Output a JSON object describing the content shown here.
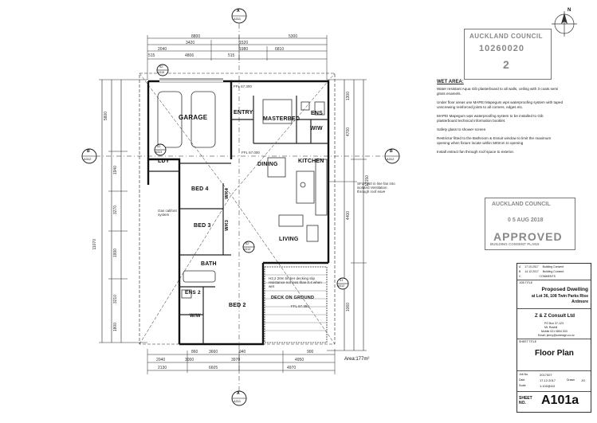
{
  "rooms": {
    "garage": "GARAGE",
    "entry": "ENTRY",
    "masterbed": "MASTERBED",
    "ens": "ENS",
    "wiw": "WIW",
    "dining": "DINING",
    "kitchen": "KITCHEN",
    "ldy": "LDY",
    "bed4": "BED 4",
    "wr4": "WR4",
    "bed3": "BED 3",
    "wr3": "WR3",
    "living": "LIVING",
    "bath": "BATH",
    "ens2": "ENS 2",
    "ww": "W/W",
    "bed2": "BED 2",
    "deck": "DECK ON GROUND"
  },
  "dimensions": {
    "top_overall": "8800",
    "top_left": "3420",
    "top_right": "5300",
    "top_sub": [
      "2040",
      "4806",
      "1980",
      "6810"
    ],
    "top_small": [
      "515",
      "515",
      "1520"
    ],
    "bottom_sub": [
      "860",
      "3660",
      "940",
      "900"
    ],
    "bottom_overall": [
      "2130",
      "6605",
      "4970"
    ],
    "bottom_row2": [
      "2040",
      "3000",
      "3970",
      "4950"
    ],
    "left_overall": "11070",
    "left_sub": [
      "5800",
      "1940",
      "3270",
      "1990",
      "3210",
      "1800"
    ],
    "right_sub": [
      "1300",
      "4700",
      "4400",
      "1060"
    ],
    "right_overall": "12150",
    "area": "Area:177m²"
  },
  "annotations": {
    "ffl_entry": "FFL 67.300",
    "ffl_dining": "FFL 67.000",
    "ffl_deck": "FFL 67.350",
    "gas_califont": "Gas califont system",
    "deck_note": "H3.2 20m timber decking slip resistance not less than 0.4 when wet",
    "vent_note": "SFLP150 in line fan into isolated Ventilation through roof eave"
  },
  "section_markers": {
    "top": {
      "num": "A",
      "sheet": "A311"
    },
    "bottom": {
      "num": "A",
      "sheet": "A311"
    },
    "left": {
      "num": "B",
      "sheet": "A312"
    },
    "right": {
      "num": "B",
      "sheet": "A312"
    },
    "elev_02_top": {
      "num": "02",
      "sheet": "A315"
    },
    "elev_02_left": {
      "num": "02",
      "sheet": "A313"
    },
    "elev_01_right": {
      "num": "01",
      "sheet": "A312"
    },
    "elev_02_mid": {
      "num": "02",
      "sheet": "A313"
    }
  },
  "wet_area_notes": {
    "heading": "WET AREA:",
    "items": [
      "Water resistant Aqua Gib plasterboard to all walls, ceiling with 3 coats semi gloss enamels.",
      "Under floor areas use MAPEI Mapegum wps waterproofing system with taped unscrewing reinforced joints to all corners, edges etc.",
      "MAPEI Mapegum wps waterproofing system to be installed to Gib plasterboard technical information booklet.",
      "Safety glass to shower screen",
      "Restrictor fitted to the Bathroom & Ensuit window to limit the maximum opening when fixture locate within 500mm to opening",
      "Install extract fan through roof space to exterior."
    ]
  },
  "stamps": {
    "top_right_title": "AUCKLAND COUNCIL",
    "top_right_number": "10260020",
    "top_right_digit": "2",
    "council": "AUCKLAND COUNCIL",
    "date": "0 5 AUG 2018",
    "approved": "APPROVED",
    "approved_sub": "BUILDING CONSENT PLANS"
  },
  "title_block": {
    "revisions": [
      {
        "rev": "A",
        "date": "17.10.2017",
        "desc": "Building Consent"
      },
      {
        "rev": "B",
        "date": "14.12.2017",
        "desc": "Building Consent"
      },
      {
        "rev": "C",
        "date": "",
        "desc": "COMMENTS"
      }
    ],
    "job_label": "JOB TITLE",
    "project": "Proposed Dwelling",
    "address": "at Lot 36, 108 Twin Parks Rise",
    "suburb": "Ardmore",
    "company": "Z & Z Consult Ltd",
    "company_details": [
      "PO Box 37-123",
      "Mt. Roskill",
      "Mobile 021 0894 033",
      "Email: jenny@zzdesign.co.nz"
    ],
    "sheet_title_label": "SHEET TITLE",
    "sheet_title": "Floor Plan",
    "job_no_label": "Job No.",
    "job_no": "2017007",
    "date_label": "Date",
    "date": "17.12.2017",
    "scale_label": "Scale",
    "scale": "1:100@A3",
    "drawn_label": "Drawn",
    "drawn": "JG",
    "sheet_label": "SHEET NO.",
    "sheet_no": "A101a"
  },
  "north_label": "N"
}
